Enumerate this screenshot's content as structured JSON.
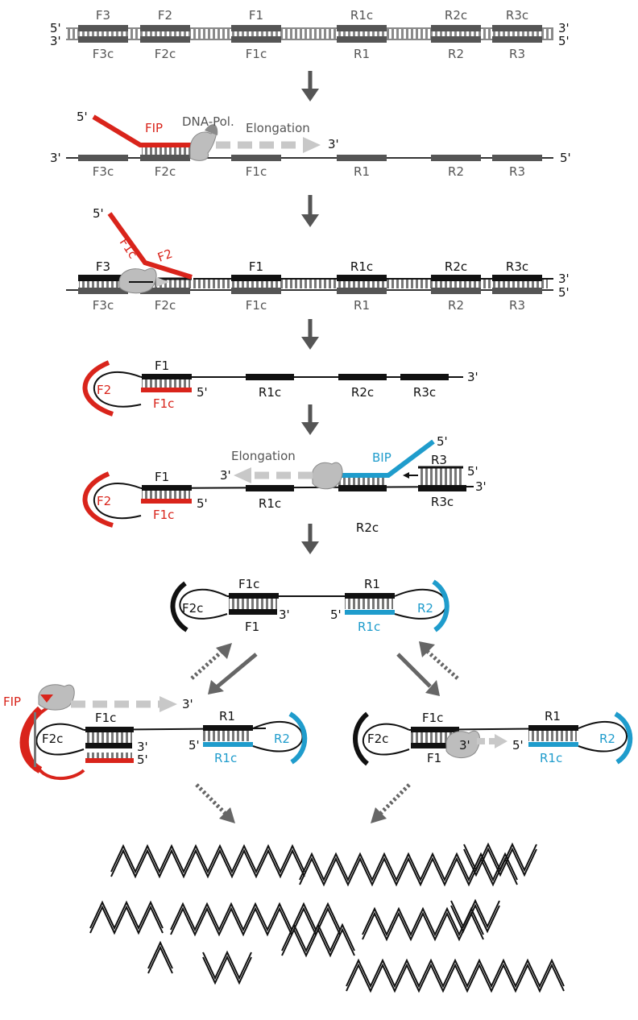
{
  "colors": {
    "red": "#d9241b",
    "blue": "#1f9ccc",
    "dark": "#111111",
    "gray": "#555555",
    "light_gray": "#c8c8c8",
    "polymerase": "#bdbdbd"
  },
  "stage1": {
    "top_labels": [
      "F3",
      "F2",
      "F1",
      "R1c",
      "R2c",
      "R3c"
    ],
    "bottom_labels": [
      "F3c",
      "F2c",
      "F1c",
      "R1",
      "R2",
      "R3"
    ],
    "left_ends": [
      "5'",
      "3'"
    ],
    "right_ends": [
      "3'",
      "5'"
    ]
  },
  "stage2": {
    "five_prime": "5'",
    "primer": "FIP",
    "enzyme": "DNA-Pol.",
    "elongation": "Elongation",
    "three_prime_arrow": "3'",
    "left_end": "3'",
    "right_end": "5'",
    "labels": [
      "F3c",
      "F2c",
      "F1c",
      "R1",
      "R2",
      "R3"
    ]
  },
  "stage3": {
    "five_prime": "5'",
    "primer_f1c": "F1c",
    "primer_f2": "F2",
    "top_labels": [
      "F3",
      "F1",
      "R1c",
      "R2c",
      "R3c"
    ],
    "bottom_labels": [
      "F3c",
      "F2c",
      "F1c",
      "R1",
      "R2",
      "R3"
    ],
    "right_ends": [
      "3'",
      "5'"
    ]
  },
  "stage4": {
    "loop": "F2",
    "stem_top": "F1",
    "stem_bottom": "F1c",
    "stem_end": "5'",
    "labels": [
      "R1c",
      "R2c",
      "R3c"
    ],
    "right_end": "3'"
  },
  "stage5": {
    "loop": "F2",
    "stem_top": "F1",
    "stem_bottom": "F1c",
    "stem_end": "5'",
    "elongation": "Elongation",
    "three_prime_arrow": "3'",
    "primer": "BIP",
    "five_prime_bip": "5'",
    "r3": "R3",
    "r3_end": "5'",
    "label_r1c": "R1c",
    "label_r3c": "R3c",
    "right_end": "3'",
    "below_label": "R2c"
  },
  "stage6": {
    "left_loop": "F2c",
    "stem_top_left": "F1c",
    "stem_bottom_left": "F1",
    "three_prime": "3'",
    "five_prime": "5'",
    "stem_top_right": "R1",
    "stem_bottom_right": "R1c",
    "right_loop": "R2"
  },
  "stage7_left": {
    "primer": "FIP",
    "three_prime_arrow": "3'",
    "loop": "F2c",
    "stem": "F1c",
    "end_3": "3'",
    "end_5": "5'",
    "five_prime_r": "5'",
    "r1": "R1",
    "r1c": "R1c",
    "right_loop": "R2"
  },
  "stage7_right": {
    "loop": "F2c",
    "stem_top": "F1c",
    "stem_bottom": "F1",
    "three_prime": "3'",
    "five_prime": "5'",
    "r1": "R1",
    "r1c": "R1c",
    "right_loop": "R2"
  }
}
